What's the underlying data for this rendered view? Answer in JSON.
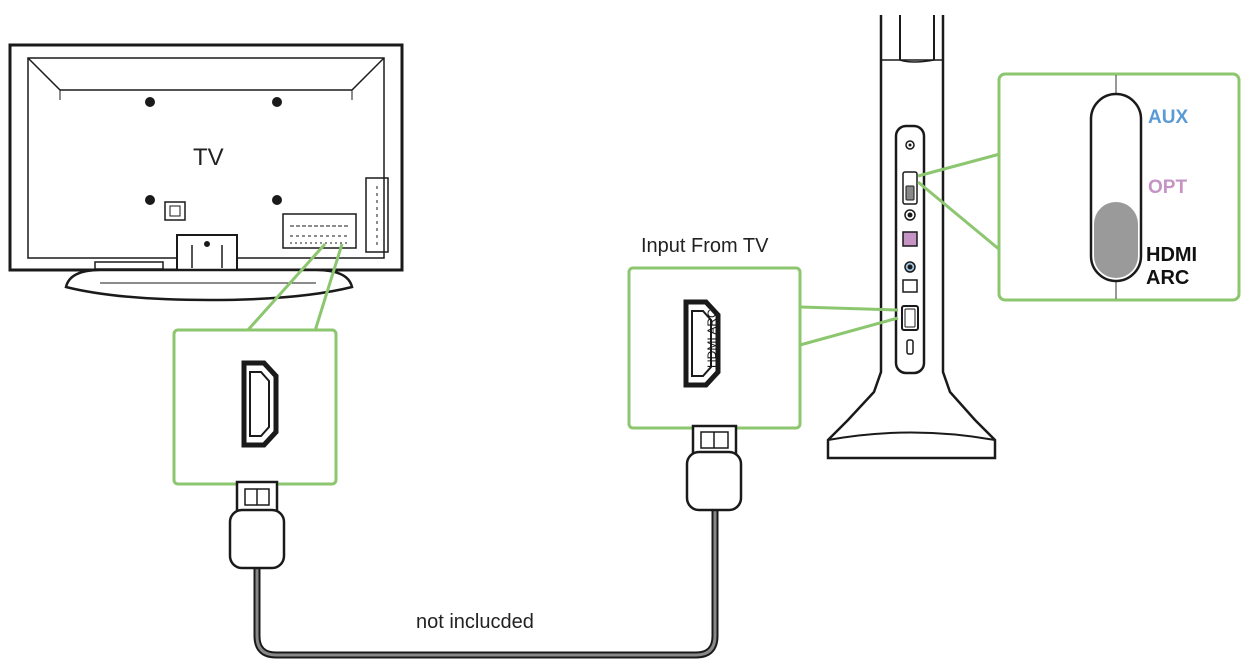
{
  "labels": {
    "tv": "TV",
    "input_from_tv": "Input From TV",
    "cable_note": "not inclucded",
    "hdmi_arc_port": "HDMI ARC"
  },
  "source_switch": {
    "aux": "AUX",
    "opt": "OPT",
    "hdmi_line1": "HDMI",
    "hdmi_line2": "ARC",
    "selected": "HDMI ARC"
  },
  "colors": {
    "callout": "#8cc66e",
    "aux": "#5b9bd5",
    "opt": "#c594c5",
    "line": "#1a1a1a",
    "cable": "#888888",
    "knob": "#9a9a9a"
  }
}
